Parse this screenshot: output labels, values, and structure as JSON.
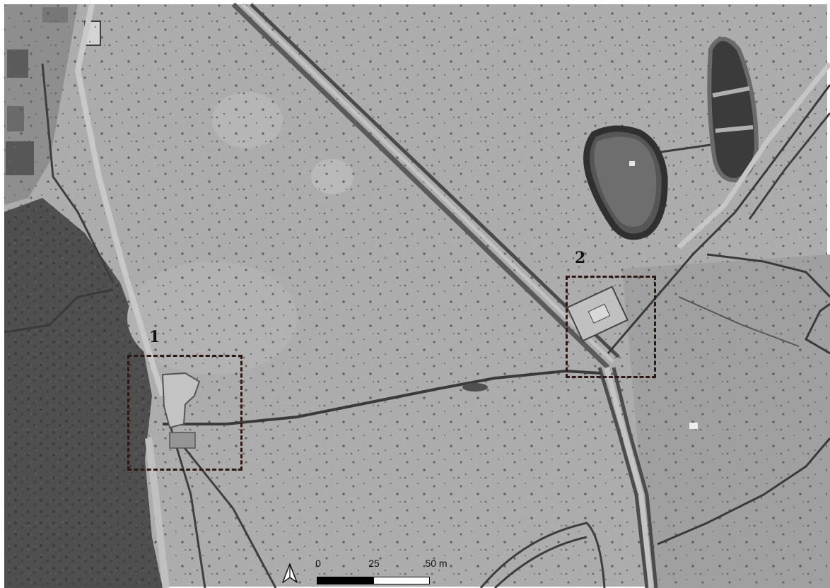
{
  "map": {
    "imagery": "grayscale-aerial-photograph",
    "colors": {
      "roi_border": "#2e1712",
      "label_text": "#111111",
      "scale_dark": "#000000",
      "scale_light": "#ffffff"
    }
  },
  "regions": [
    {
      "label": "1"
    },
    {
      "label": "2"
    }
  ],
  "north_arrow": {
    "icon": "north-arrow-icon"
  },
  "scale_bar": {
    "ticks": [
      "0",
      "25",
      "50 m"
    ],
    "segments": [
      {
        "from": 0,
        "to": 25,
        "fill": "dark"
      },
      {
        "from": 25,
        "to": 50,
        "fill": "light"
      }
    ]
  }
}
